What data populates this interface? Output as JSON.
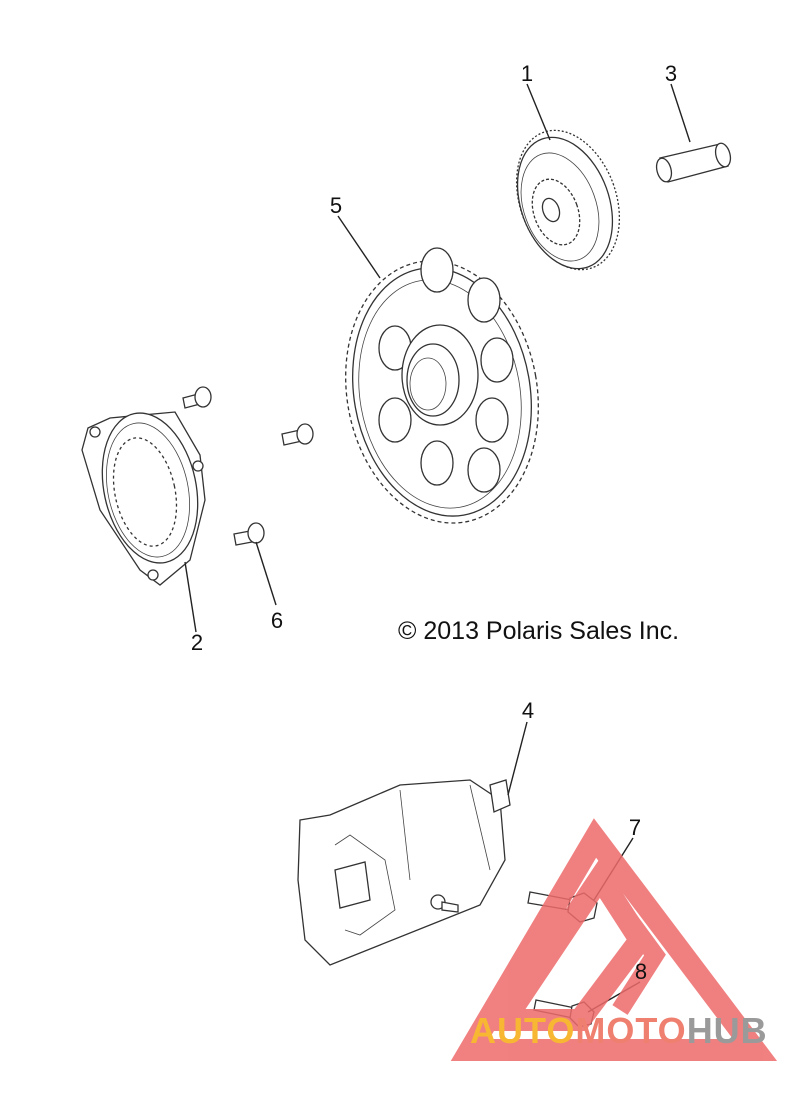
{
  "callouts": [
    {
      "id": "1",
      "label": "1"
    },
    {
      "id": "2",
      "label": "2"
    },
    {
      "id": "3",
      "label": "3"
    },
    {
      "id": "4",
      "label": "4"
    },
    {
      "id": "5",
      "label": "5"
    },
    {
      "id": "6",
      "label": "6"
    },
    {
      "id": "7",
      "label": "7"
    },
    {
      "id": "8",
      "label": "8"
    }
  ],
  "copyright": "© 2013 Polaris Sales Inc.",
  "watermark": {
    "part1": "AUTO",
    "part2": "MOTO",
    "part3": "HUB",
    "colors": {
      "auto": "#f7b733",
      "moto": "#ef7f6f",
      "hub": "#9a9a9a",
      "triangle": "#ee6b6b"
    }
  }
}
